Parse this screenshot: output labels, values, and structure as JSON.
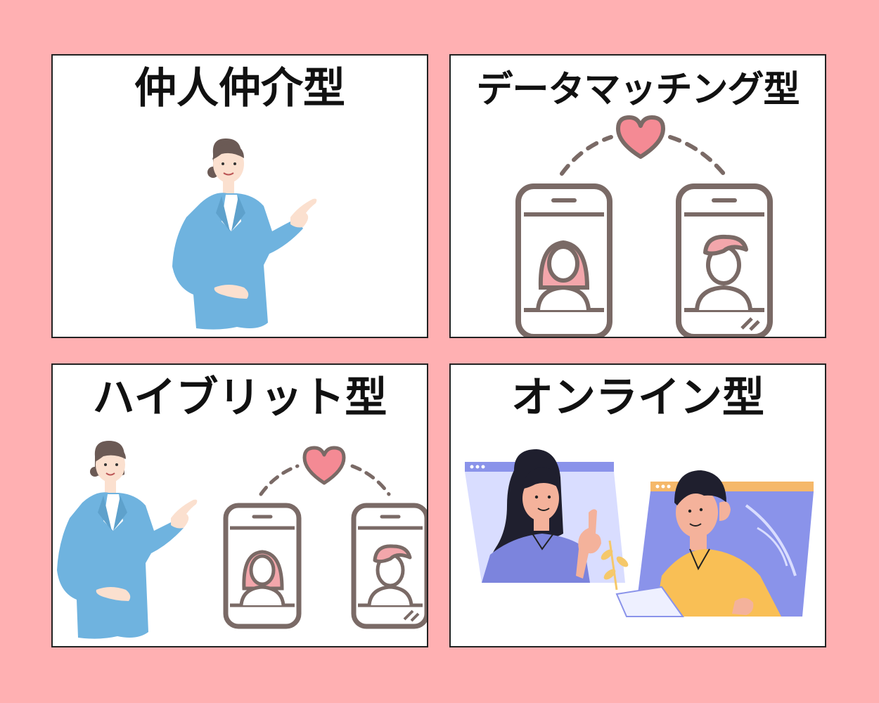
{
  "panels": [
    {
      "title": "仲人仲介型"
    },
    {
      "title": "データマッチング型"
    },
    {
      "title": "ハイブリット型"
    },
    {
      "title": "オンライン型"
    }
  ],
  "colors": {
    "background": "#ffb0b2",
    "panel": "#ffffff",
    "border": "#222222",
    "jacket": "#6fb3df",
    "heart": "#f48a94",
    "phone_stroke": "#7a6a66",
    "woman_hair_pink": "#f3a6ab",
    "screen_blue": "#8a93ea",
    "screen_light": "#d9ddff",
    "shirt_yellow": "#f9bf55"
  }
}
